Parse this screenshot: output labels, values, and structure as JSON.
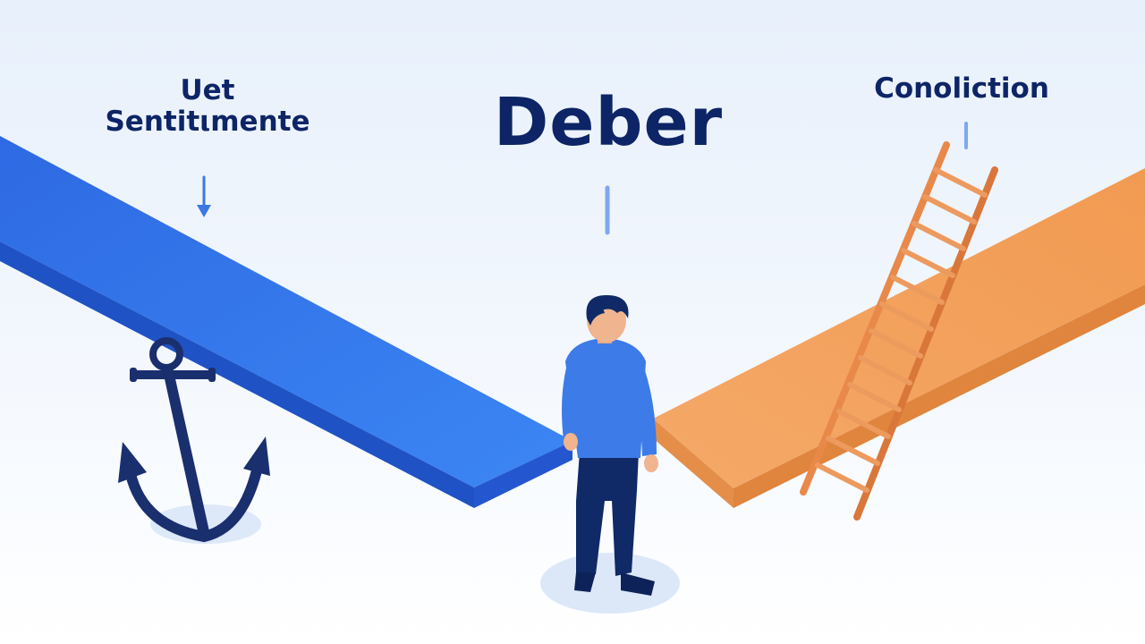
{
  "labels": {
    "left": [
      "Uet",
      "Sentitιmente"
    ],
    "center": "Deber",
    "right": "Conoliction"
  },
  "icons": {
    "left": "anchor-icon",
    "center": "person-figure",
    "right": "ladder-icon"
  },
  "colors": {
    "left_path": "#2f6fe4",
    "right_path": "#f2a25c",
    "text": "#0d2566",
    "anchor": "#1a2f6e",
    "ladder": "#e8894a",
    "person_shirt": "#3d7be8",
    "person_pants": "#0f2a66"
  }
}
